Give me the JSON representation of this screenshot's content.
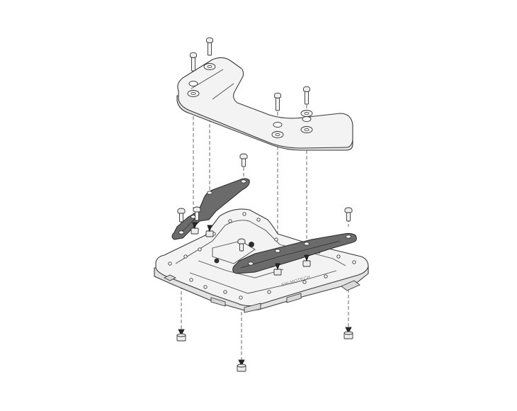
{
  "figure": {
    "brand_mark": "SW-MOTECH"
  },
  "colors": {
    "background": "#ffffff",
    "plate_fill": "#f3f3f3",
    "adapter_fill": "#6b6b6b",
    "outline": "#3a3a3a"
  },
  "parts": {
    "top_plate": "top-rack-plate",
    "left_adapter": "left-adapter-bracket",
    "right_adapter": "right-adapter-bracket",
    "base_plate": "base-rack-plate",
    "screw_count_top": 4,
    "screw_count_middle": 4,
    "nut_count_bottom": 3
  }
}
